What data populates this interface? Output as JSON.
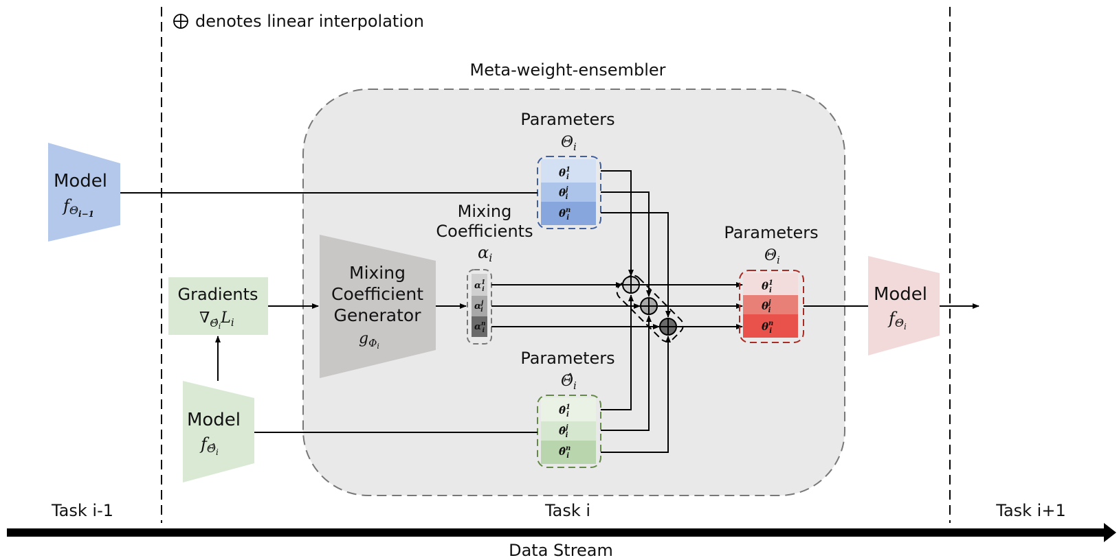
{
  "legend": {
    "symbol": "⊕",
    "text": "denotes linear interpolation"
  },
  "ensembler": {
    "title": "Meta-weight-ensembler"
  },
  "colors": {
    "blue_light": "#d3e0f4",
    "blue_mid": "#adc4ea",
    "blue_dark": "#87a6de",
    "blue_border": "#3f5f9e",
    "blue_model": "#b3c8ea",
    "green_light": "#eaf2e6",
    "green_mid": "#d6e7cf",
    "green_dark": "#b9d5ae",
    "green_border": "#628a46",
    "green_model": "#d9e9d4",
    "red_light": "#f3dcdc",
    "red_mid": "#e88078",
    "red_dark": "#e8524b",
    "red_border": "#a82a22",
    "red_model": "#f2dada",
    "gray_light": "#d0d0d0",
    "gray_mid": "#a8a8a8",
    "gray_dark": "#6a6a6a",
    "generator": "#c9c6c6",
    "ensembler_bg": "#e9e9e9"
  },
  "models": {
    "prev": {
      "title": "Model",
      "formula": "f",
      "sub": "Θ",
      "subsub": "i−1"
    },
    "hat": {
      "title": "Model",
      "formula": "f",
      "sub": "Θ̂",
      "subsub": "i"
    },
    "out": {
      "title": "Model",
      "formula": "f",
      "sub": "Θ",
      "subsub": "i"
    }
  },
  "gradients": {
    "title": "Gradients",
    "nabla": "∇",
    "sub": "Θ̂",
    "subsub": "i",
    "L": "L",
    "Lsub": "i"
  },
  "generator": {
    "line1": "Mixing",
    "line2": "Coefficient",
    "line3": "Generator",
    "g": "g",
    "sub": "Φ",
    "subsub": "i"
  },
  "mixing": {
    "title1": "Mixing",
    "title2": "Coefficients",
    "symbol": "α",
    "symsub": "i",
    "items": [
      {
        "base": "α",
        "sup": "1",
        "sub": "i"
      },
      {
        "base": "α",
        "sup": "j",
        "sub": "i"
      },
      {
        "base": "α",
        "sup": "n",
        "sub": "i"
      }
    ]
  },
  "params_top": {
    "title": "Parameters",
    "symbol": "Θ",
    "symsub": "i",
    "items": [
      {
        "base": "θ",
        "sup": "1",
        "sub": "i"
      },
      {
        "base": "θ",
        "sup": "j",
        "sub": "i"
      },
      {
        "base": "θ",
        "sup": "n",
        "sub": "i"
      }
    ]
  },
  "params_bottom": {
    "title": "Parameters",
    "symbol": "Θ̂",
    "symsub": "i",
    "items": [
      {
        "base": "θ̂",
        "sup": "1",
        "sub": "i"
      },
      {
        "base": "θ̂",
        "sup": "j",
        "sub": "i"
      },
      {
        "base": "θ̂",
        "sup": "n",
        "sub": "i"
      }
    ]
  },
  "params_out": {
    "title": "Parameters",
    "symbol": "Θ",
    "symsub": "i",
    "items": [
      {
        "base": "θ",
        "sup": "1",
        "sub": "i"
      },
      {
        "base": "θ",
        "sup": "j",
        "sub": "i"
      },
      {
        "base": "θ",
        "sup": "n",
        "sub": "i"
      }
    ]
  },
  "tasks": {
    "prev": "Task i-1",
    "current": "Task i",
    "next": "Task i+1"
  },
  "stream": {
    "label": "Data Stream"
  }
}
